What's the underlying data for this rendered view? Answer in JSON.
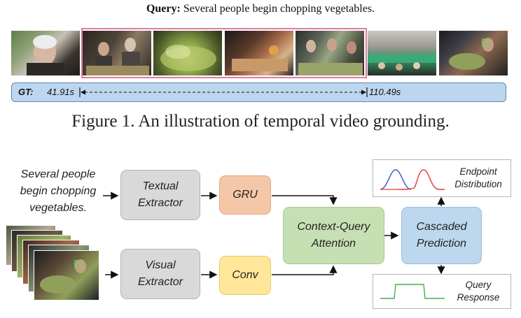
{
  "query": {
    "prefix": "Query:",
    "text": "Several people begin chopping vegetables."
  },
  "ground_truth": {
    "label": "GT:",
    "start": "41.91s",
    "end": "110.49s"
  },
  "caption": "Figure 1. An illustration of temporal video grounding.",
  "diagram": {
    "query_text": [
      "Several people",
      "begin chopping",
      "vegetables."
    ],
    "textual_extractor": [
      "Textual",
      "Extractor"
    ],
    "visual_extractor": [
      "Visual",
      "Extractor"
    ],
    "gru": "GRU",
    "conv": "Conv",
    "context_query_attention": [
      "Context-Query",
      "Attention"
    ],
    "cascaded_prediction": [
      "Cascaded",
      "Prediction"
    ],
    "endpoint_distribution": [
      "Endpoint",
      "Distribution"
    ],
    "query_response": [
      "Query",
      "Response"
    ]
  },
  "colors": {
    "highlight": "#e07aa0",
    "gt_bar": "#bcd6ee",
    "start_curve": "#3b55d9",
    "end_curve": "#e23a3a",
    "response_curve": "#43b04a"
  }
}
